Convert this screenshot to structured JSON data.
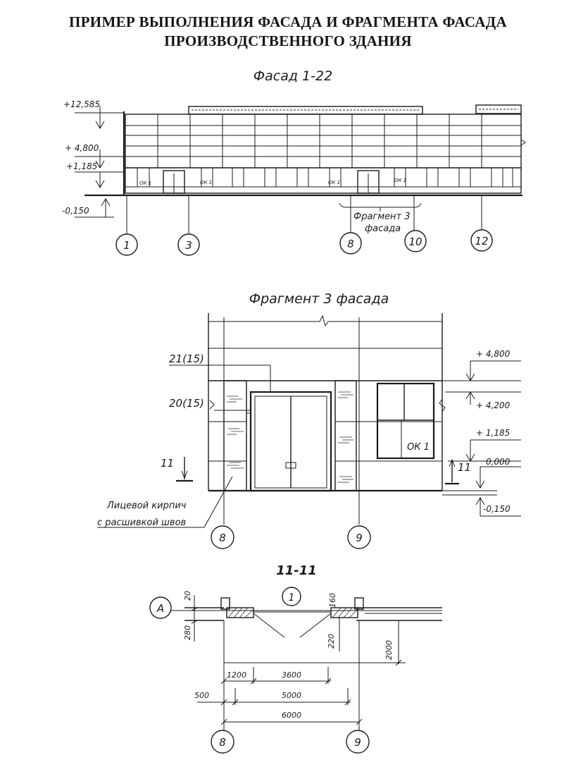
{
  "title": {
    "line1": "ПРИМЕР ВЫПОЛНЕНИЯ  ФАСАДА И  ФРАГМЕНТА  ФАСАДА",
    "line2": "ПРОИЗВОДСТВЕННОГО ЗДАНИЯ"
  },
  "facade": {
    "caption": "Фасад 1-22",
    "levels": [
      "+12,585",
      "+ 4,800",
      "+1,185",
      "-0,150"
    ],
    "axes": [
      "1",
      "3",
      "8",
      "10",
      "12"
    ],
    "window_marks": [
      "ОК 1",
      "ОК 1",
      "ОК 1",
      "ОК 1"
    ],
    "fragment_label_1": "Фрагмент 3",
    "fragment_label_2": "фасада"
  },
  "fragment": {
    "caption": "Фрагмент 3 фасада",
    "pos_21": "21(15)",
    "pos_20": "20(15)",
    "levels": [
      "+ 4,800",
      "+ 4,200",
      "+ 1,185",
      "0,000",
      "-0,150"
    ],
    "window_mark": "ОК 1",
    "section_mark": "11",
    "brick_note_1": "Лицевой кирпич",
    "brick_note_2": "с расшивкой швов",
    "axes": [
      "8",
      "9"
    ]
  },
  "section": {
    "caption": "11-11",
    "axis_letter": "А",
    "circle_mark": "1",
    "dims": {
      "d20": "20",
      "d160": "160",
      "d280": "280",
      "d220": "220",
      "d2000": "2000",
      "d1200": "1200",
      "d3600": "3600",
      "d500": "500",
      "d5000": "5000",
      "d6000": "6000"
    },
    "axes": [
      "8",
      "9"
    ]
  }
}
